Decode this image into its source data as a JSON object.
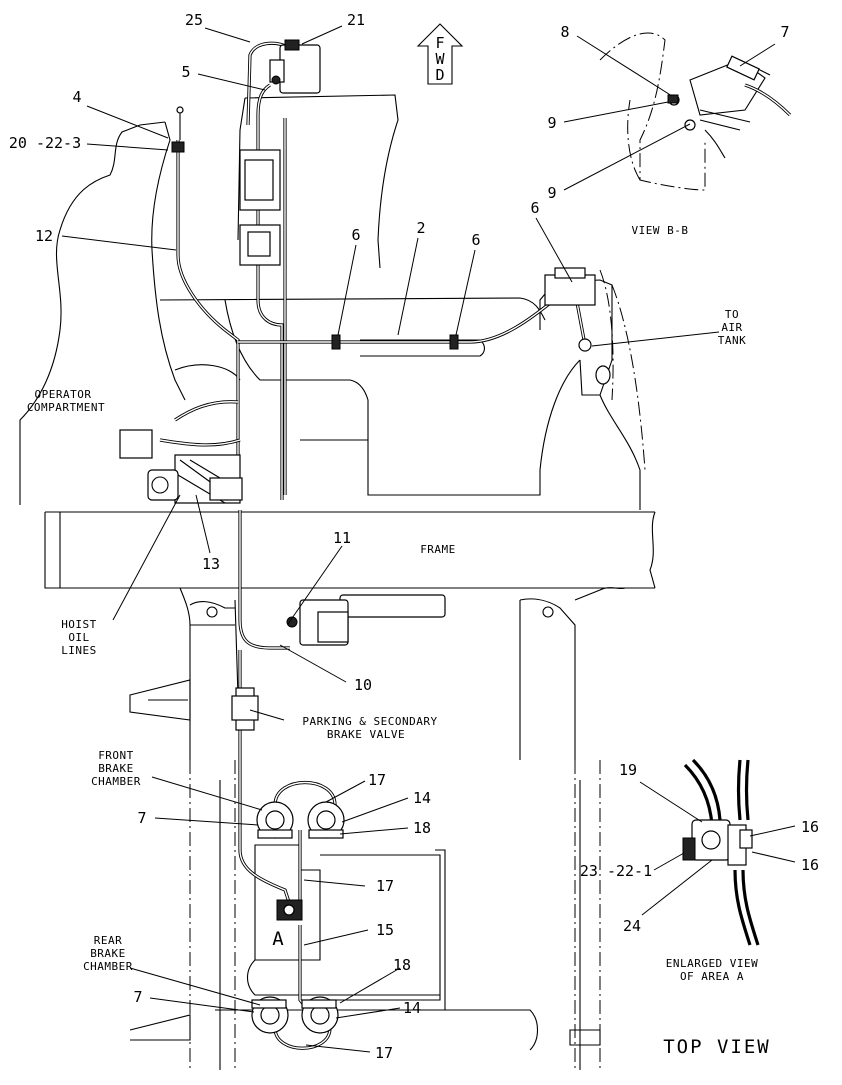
{
  "labels": {
    "fwd": [
      "F",
      "W",
      "D"
    ],
    "view_bb": "VIEW B-B",
    "to_air_tank": [
      "TO",
      "AIR",
      "TANK"
    ],
    "operator_compartment": [
      "OPERATOR",
      "COMPARTMENT"
    ],
    "frame": "FRAME",
    "hoist_oil_lines": [
      "HOIST",
      "OIL",
      "LINES"
    ],
    "parking_brake_valve": [
      "PARKING & SECONDARY",
      "BRAKE VALVE"
    ],
    "front_brake_chamber": [
      "FRONT",
      "BRAKE",
      "CHAMBER"
    ],
    "rear_brake_chamber": [
      "REAR",
      "BRAKE",
      "CHAMBER"
    ],
    "area_a": "A",
    "enlarged_view": [
      "ENLARGED VIEW",
      "OF AREA A"
    ],
    "top_view": "TOP VIEW"
  },
  "callouts": {
    "c25": "25",
    "c21": "21",
    "c5": "5",
    "c4": "4",
    "c20_22_3": "20 -22-3",
    "c12": "12",
    "c8": "8",
    "c7_viewbb": "7",
    "c9_upper": "9",
    "c9_lower": "9",
    "c6_left": "6",
    "c2": "2",
    "c6_mid": "6",
    "c6_right": "6",
    "c13": "13",
    "c11": "11",
    "c10": "10",
    "c17_top": "17",
    "c14_top": "14",
    "c7_front": "7",
    "c18_top": "18",
    "c17_mid": "17",
    "c15": "15",
    "c18_bottom": "18",
    "c7_rear": "7",
    "c14_bottom": "14",
    "c17_bottom": "17",
    "c19": "19",
    "c16_upper": "16",
    "c16_lower": "16",
    "c23_22_1": "23 -22-1",
    "c24": "24"
  }
}
